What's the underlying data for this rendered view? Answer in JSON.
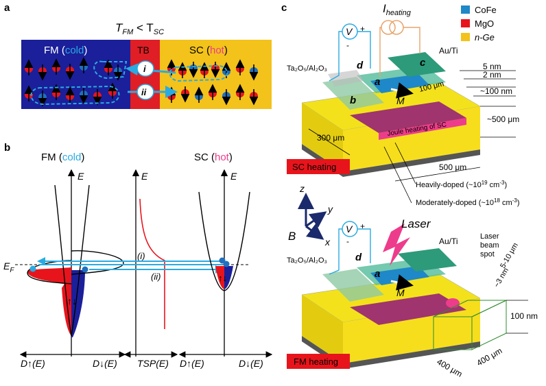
{
  "panel_a": {
    "letter": "a",
    "title_left": "T",
    "title_sub1": "FM",
    "title_mid": " < T",
    "title_sub2": "SC",
    "fm_label": "FM (",
    "fm_cold": "cold",
    "close_paren": ")",
    "tb_label": "TB",
    "sc_label": "SC (",
    "sc_hot": "hot",
    "process_i": "i",
    "process_ii": "ii",
    "colors": {
      "fm": "#1b1f9a",
      "tb": "#e01e25",
      "sc": "#f3c21b",
      "spin_red": "#e8141c",
      "spin_blue": "#1f6fbf",
      "cyan": "#29abe2",
      "hot": "#ee3c8c"
    }
  },
  "panel_b": {
    "letter": "b",
    "fm_title": "FM (",
    "fm_cold": "cold",
    "sc_title": "SC (",
    "sc_hot": "hot",
    "close_paren": ")",
    "axis_e": "E",
    "ef_main": "E",
    "ef_sub": "F",
    "label_i": "(i)",
    "label_ii": "(ii)",
    "fm_x_left": "D↑(E)",
    "fm_x_right": "D↓(E)",
    "tsp_x": "TSP(E)",
    "sc_x_left": "D↑(E)",
    "sc_x_right": "D↓(E)"
  },
  "panel_c": {
    "letter": "c",
    "legend": [
      "CoFe",
      "MgO",
      "n-Ge"
    ],
    "legend_colors": [
      "#1e88c8",
      "#e8141c",
      "#f3c21b"
    ],
    "i_heating_main": "I",
    "i_heating_sub": "heating",
    "v_label": "V",
    "plus": "+",
    "minus": "-",
    "au_ti": "Au/Ti",
    "ta2o5": "Ta₂O₅/Al₂O₃",
    "contacts": [
      "a",
      "b",
      "c",
      "d"
    ],
    "m_label": "M",
    "thickness": [
      "5 nm",
      "2 nm",
      "~100 nm",
      "~500 μm"
    ],
    "dim_100um": "100 μm",
    "joule": "Joule heating of SC",
    "dim_300um": "300 μm",
    "dim_500um": "500 μm",
    "sc_heating": "SC  heating",
    "heavily": "Heavily-doped (~10",
    "heavily_exp": "19",
    "heavily_unit": " cm",
    "moderately": "Moderately-doped (~10",
    "moderately_exp": "18",
    "unit_exp": "-3",
    "close": ")",
    "axes": {
      "z": "z",
      "y": "y",
      "x": "x",
      "b": "B"
    },
    "laser": "Laser",
    "laser_spot": [
      "Laser",
      "beam",
      "spot"
    ],
    "dim_5_10": "5-10 μm",
    "dim_3nm": "~3 nm",
    "dim_100nm": "100 nm",
    "dim_400a": "400 μm",
    "dim_400b": "400 μm",
    "fm_heating": "FM heating"
  }
}
